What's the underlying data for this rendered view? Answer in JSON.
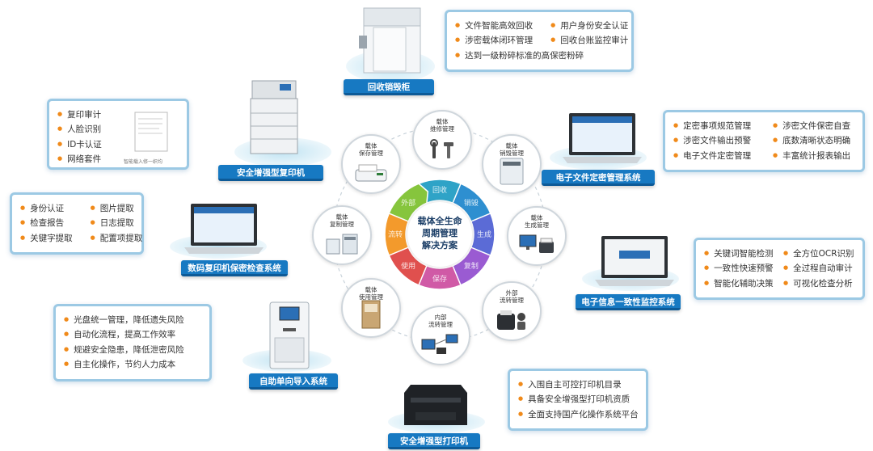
{
  "center": {
    "line1": "载体全生命",
    "line2": "周期管理",
    "line3": "解决方案"
  },
  "ring_labels": [
    "回收",
    "销毁",
    "生成",
    "复制",
    "保存",
    "使用",
    "流转",
    "外部"
  ],
  "nodes": {
    "maintenance": [
      "载体",
      "维修管理"
    ],
    "destroy": [
      "载体",
      "销毁管理"
    ],
    "generate": [
      "载体",
      "生成管理"
    ],
    "external": [
      "外部",
      "流转管理"
    ],
    "internal": [
      "内部",
      "流转管理"
    ],
    "use": [
      "载体",
      "使用管理"
    ],
    "copy": [
      "载体",
      "复制管理"
    ],
    "save": [
      "载体",
      "保存管理"
    ]
  },
  "recycle": {
    "label": "回收销毁柜",
    "features": [
      "文件智能高效回收",
      "用户身份安全认证",
      "涉密载体闭环管理",
      "回收台账监控审计",
      "达到一级粉碎标准的高保密粉碎"
    ]
  },
  "copier": {
    "label": "安全增强型复印机",
    "features": [
      "复印审计",
      "人脸识别",
      "ID卡认证",
      "网络套件"
    ],
    "doc_caption": "智能载入修一织均"
  },
  "doc_mgmt": {
    "label": "电子文件定密管理系统",
    "features": [
      "定密事项规范管理",
      "涉密文件保密自查",
      "涉密文件输出预警",
      "底数清晰状态明确",
      "电子文件定密管理",
      "丰富统计报表输出"
    ]
  },
  "digital_copy": {
    "label": "数码复印机保密检查系统",
    "features": [
      "身份认证",
      "图片提取",
      "检查报告",
      "日志提取",
      "关键字提取",
      "配置项提取"
    ]
  },
  "consistency": {
    "label": "电子信息一致性监控系统",
    "features": [
      "关键词智能检测",
      "全方位OCR识别",
      "一致性快速预警",
      "全过程自动审计",
      "智能化辅助决策",
      "可视化检查分析"
    ]
  },
  "import_sys": {
    "label": "自助单向导入系统",
    "features": [
      "光盘统一管理，降低遗失风险",
      "自动化流程，提高工作效率",
      "规避安全隐患，降低泄密风险",
      "自主化操作，节约人力成本"
    ]
  },
  "printer": {
    "label": "安全增强型打印机",
    "features": [
      "入围自主可控打印机目录",
      "具备安全增强型打印机资质",
      "全面支持国产化操作系统平台"
    ]
  },
  "colors": {
    "accent": "#1779c2",
    "border": "#9cc9e4",
    "bullet": "#f08a1a"
  }
}
